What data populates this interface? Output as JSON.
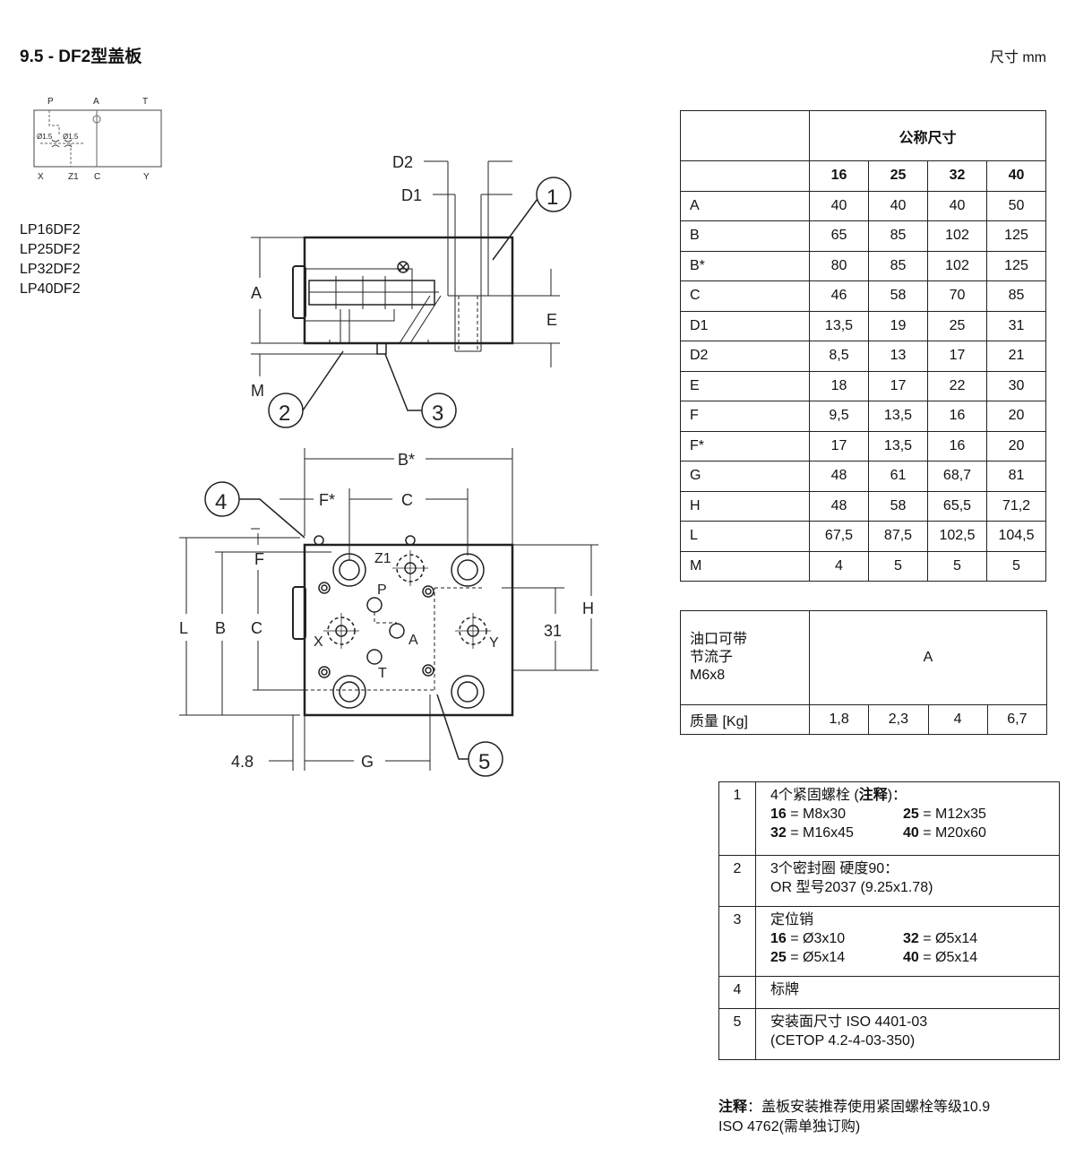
{
  "title": "9.5 - DF2型盖板",
  "units": "尺寸 mm",
  "models": [
    "LP16DF2",
    "LP25DF2",
    "LP32DF2",
    "LP40DF2"
  ],
  "symbol": {
    "top_ports": [
      "P",
      "A",
      "T"
    ],
    "bottom_ports": [
      "X",
      "Z1",
      "C",
      "Y"
    ],
    "orifice1": "Ø1.5",
    "orifice2": "Ø1.5"
  },
  "drawing_labels": {
    "d2": "D2",
    "d1": "D1",
    "a": "A",
    "e": "E",
    "m": "M",
    "b_star": "B*",
    "f_star": "F*",
    "c": "C",
    "f": "F",
    "l": "L",
    "b": "B",
    "c2": "C",
    "h": "H",
    "dim31": "31",
    "dim48": "4.8",
    "g": "G",
    "z1": "Z1",
    "p": "P",
    "x": "X",
    "pa": "A",
    "y": "Y",
    "t": "T",
    "callouts": [
      "1",
      "2",
      "3",
      "4",
      "5"
    ]
  },
  "dims_table": {
    "header": "公称尺寸",
    "sizes": [
      "16",
      "25",
      "32",
      "40"
    ],
    "rows": [
      {
        "label": "A",
        "values": [
          "40",
          "40",
          "40",
          "50"
        ]
      },
      {
        "label": "B",
        "values": [
          "65",
          "85",
          "102",
          "125"
        ]
      },
      {
        "label": "B*",
        "values": [
          "80",
          "85",
          "102",
          "125"
        ]
      },
      {
        "label": "C",
        "values": [
          "46",
          "58",
          "70",
          "85"
        ]
      },
      {
        "label": "D1",
        "values": [
          "13,5",
          "19",
          "25",
          "31"
        ]
      },
      {
        "label": "D2",
        "values": [
          "8,5",
          "13",
          "17",
          "21"
        ]
      },
      {
        "label": "E",
        "values": [
          "18",
          "17",
          "22",
          "30"
        ]
      },
      {
        "label": "F",
        "values": [
          "9,5",
          "13,5",
          "16",
          "20"
        ]
      },
      {
        "label": "F*",
        "values": [
          "17",
          "13,5",
          "16",
          "20"
        ]
      },
      {
        "label": "G",
        "values": [
          "48",
          "61",
          "68,7",
          "81"
        ]
      },
      {
        "label": "H",
        "values": [
          "48",
          "58",
          "65,5",
          "71,2"
        ]
      },
      {
        "label": "L",
        "values": [
          "67,5",
          "87,5",
          "102,5",
          "104,5"
        ]
      },
      {
        "label": "M",
        "values": [
          "4",
          "5",
          "5",
          "5"
        ]
      }
    ]
  },
  "orifice_table": {
    "label_line1": "油口可带",
    "label_line2": "节流子",
    "label_line3": "M6x8",
    "value": "A",
    "mass_label": "质量 [Kg]",
    "mass_values": [
      "1,8",
      "2,3",
      "4",
      "6,7"
    ]
  },
  "parts": [
    {
      "idx": "1",
      "title_pre": "4个紧固螺栓 (",
      "title_bold": "注释",
      "title_post": ")：",
      "pairs": [
        [
          "16",
          " = M8x30",
          "25",
          " = M12x35"
        ],
        [
          "32",
          " = M16x45",
          "40",
          " = M20x60"
        ]
      ]
    },
    {
      "idx": "2",
      "line1": "3个密封圈 硬度90：",
      "line2": "OR 型号2037 (9.25x1.78)"
    },
    {
      "idx": "3",
      "title": "定位销",
      "pairs": [
        [
          "16",
          " = Ø3x10",
          "32",
          " = Ø5x14"
        ],
        [
          "25",
          " = Ø5x14",
          "40",
          " = Ø5x14"
        ]
      ]
    },
    {
      "idx": "4",
      "line1": "标牌"
    },
    {
      "idx": "5",
      "line1": "安装面尺寸 ISO 4401-03",
      "line2": "(CETOP 4.2-4-03-350)"
    }
  ],
  "note": {
    "bold": "注释",
    "line1": "：盖板安装推荐使用紧固螺栓等级10.9",
    "line2": "ISO 4762(需单独订购)"
  }
}
